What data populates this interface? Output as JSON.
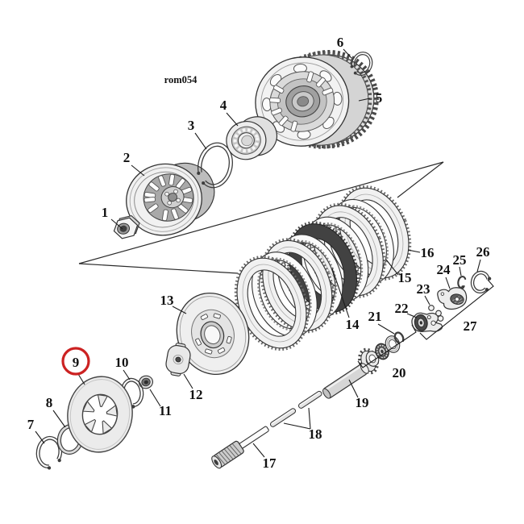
{
  "code": "rom054",
  "highlighted_part": "9",
  "labels": [
    "1",
    "2",
    "3",
    "4",
    "5",
    "6",
    "7",
    "8",
    "9",
    "10",
    "11",
    "12",
    "13",
    "14",
    "15",
    "16",
    "17",
    "18",
    "19",
    "20",
    "21",
    "22",
    "23",
    "24",
    "25",
    "26",
    "27"
  ],
  "colors": {
    "highlight": "#cc2222",
    "line": "#1c1c1c",
    "background": "#ffffff"
  }
}
